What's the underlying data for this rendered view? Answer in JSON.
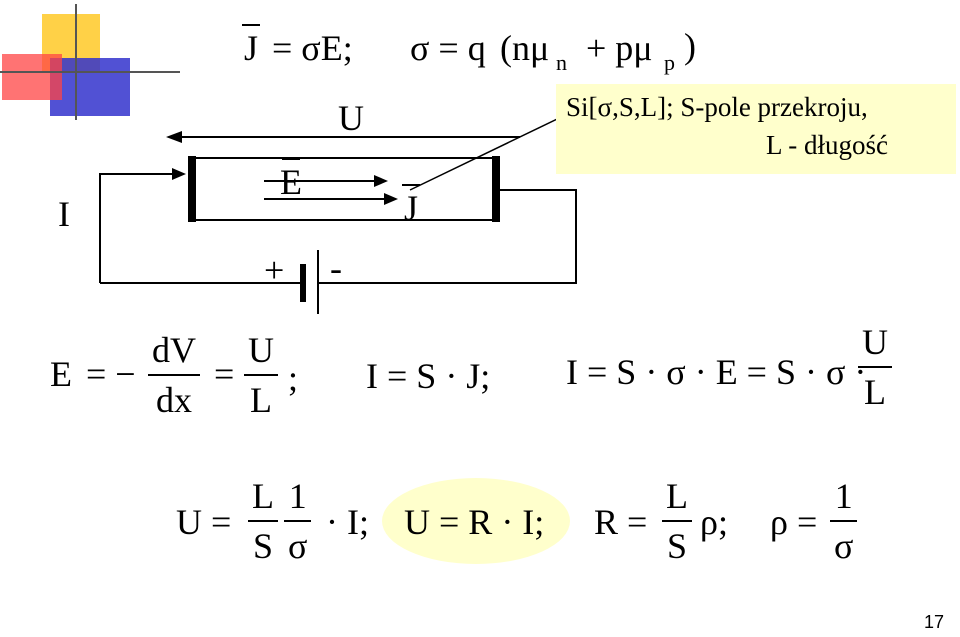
{
  "formulas": {
    "top_J": "J",
    "top_eq1": "= σE;",
    "top_sigma": "σ = q",
    "top_n": "(nμ",
    "top_sub_n": "n",
    "top_plus": "+ pμ",
    "top_sub_p": "p",
    "top_close": ")",
    "E_label": "E",
    "E_eq": "= −",
    "dV": "dV",
    "dx": "dx",
    "eq_after_dx": "=",
    "U_num": "U",
    "L_den": "L",
    "semi1": ";",
    "I_SJ": "I = S · J;",
    "I_chain": "I = S · σ · E = S · σ ·",
    "U_num2": "U",
    "L_den2": "L",
    "U_eq": "U =",
    "L_num3": "L",
    "S_den3": "S",
    "one_num3": "1",
    "sigma_den3": "σ",
    "I_semi": "· I;",
    "ohm": "U = R · I;",
    "R_eq": "R =",
    "L_num4": "L",
    "S_den4": "S",
    "rho_semi": "ρ;",
    "rho_eq": "ρ =",
    "one_num5": "1",
    "sigma_den5": "σ"
  },
  "circuit": {
    "U_label": "U",
    "E_label": "E",
    "J_label": "J",
    "I_label": "I",
    "plus": "+",
    "minus": "-"
  },
  "note": {
    "line1": "Si[σ,S,L]; S-pole przekroju,",
    "line2": "L - długość"
  },
  "slide_number": "17",
  "colors": {
    "note_bg": "#ffffcc",
    "logo_yellow": "#ffcc33",
    "logo_red": "#ff3333",
    "logo_blue": "#3333cc"
  }
}
